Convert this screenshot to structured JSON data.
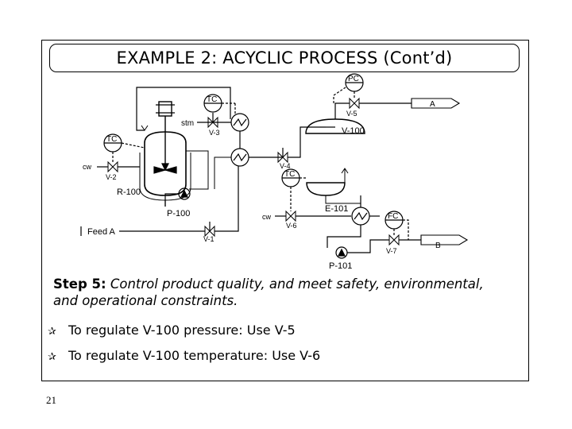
{
  "slide": {
    "title": "EXAMPLE 2: ACYCLIC PROCESS (Cont’d)",
    "step_label": "Step 5:",
    "step_text": "Control product quality, and meet safety, environmental, and operational constraints.",
    "bullets": [
      "To regulate V-100 pressure: Use V-5",
      "To regulate V-100 temperature: Use V-6"
    ],
    "page_number": "21"
  },
  "diagram": {
    "labels": {
      "pc": "PC",
      "tc_top": "TC",
      "tc_left": "TC",
      "tc_mid": "TC",
      "fc": "FC",
      "stm": "stm",
      "cw_left": "cw",
      "cw_mid": "cw",
      "v1": "V-1",
      "v2": "V-2",
      "v3": "V-3",
      "v4": "V-4",
      "v5": "V-5",
      "v6": "V-6",
      "v7": "V-7",
      "r100": "R-100",
      "p100": "P-100",
      "v100": "V-100",
      "e101": "E-101",
      "p101": "P-101",
      "stream_a": "A",
      "stream_b": "B",
      "feed": "Feed A"
    }
  }
}
